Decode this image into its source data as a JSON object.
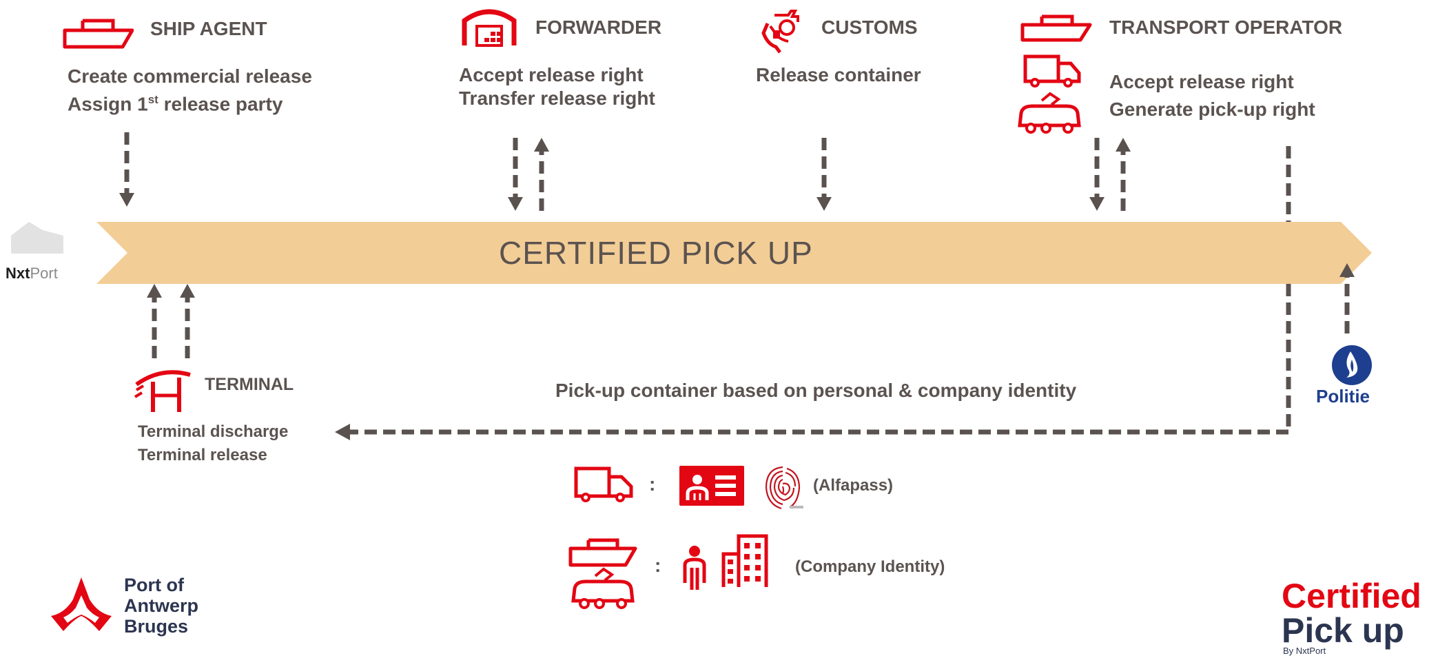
{
  "roles": {
    "ship_agent": {
      "title": "SHIP AGENT",
      "action_1": "Create commercial release",
      "action_2_pre": "Assign 1",
      "action_2_sup": "st",
      "action_2_post": " release party"
    },
    "forwarder": {
      "title": "FORWARDER",
      "action_1": "Accept release right",
      "action_2": "Transfer release right"
    },
    "customs": {
      "title": "CUSTOMS",
      "action_1": "Release container"
    },
    "transport_operator": {
      "title": "TRANSPORT OPERATOR",
      "action_1": "Accept release right",
      "action_2": "Generate pick-up right"
    },
    "terminal": {
      "title": "TERMINAL",
      "action_1": "Terminal discharge",
      "action_2": "Terminal release"
    }
  },
  "banner": {
    "label": "CERTIFIED PICK UP"
  },
  "pickup": {
    "text": "Pick-up container based on personal & company identity"
  },
  "identity": {
    "colon": ":",
    "alfapass": "(Alfapass)",
    "company": "(Company Identity)"
  },
  "logos": {
    "nxtport_bold": "Nxt",
    "nxtport_light": "Port",
    "politie": "Politie",
    "port_line_1": "Port of",
    "port_line_2": "Antwerp",
    "port_line_3": "Bruges",
    "cpu_line_1": "Certified",
    "cpu_line_2": "Pick up",
    "cpu_line_3": "By NxtPort"
  },
  "colors": {
    "brand_red": "#e30613",
    "banner_fill": "#f3cd96",
    "text_grey": "#5b5350",
    "arrow_grey": "#5a524f",
    "politie_blue": "#1e3f8f",
    "logo_navy": "#2c3550"
  },
  "icons": {
    "ship_agent": "ship-icon",
    "forwarder": "warehouse-icon",
    "customs": "customs-officer-icon",
    "transport_operator": [
      "ship-icon",
      "truck-icon",
      "train-icon"
    ],
    "terminal": "terminal-crane-icon",
    "alfapass": [
      "truck-icon",
      "id-card-icon",
      "fingerprint-icon"
    ],
    "company_identity": [
      "ship-icon",
      "train-icon",
      "person-icon",
      "office-building-icon"
    ]
  }
}
